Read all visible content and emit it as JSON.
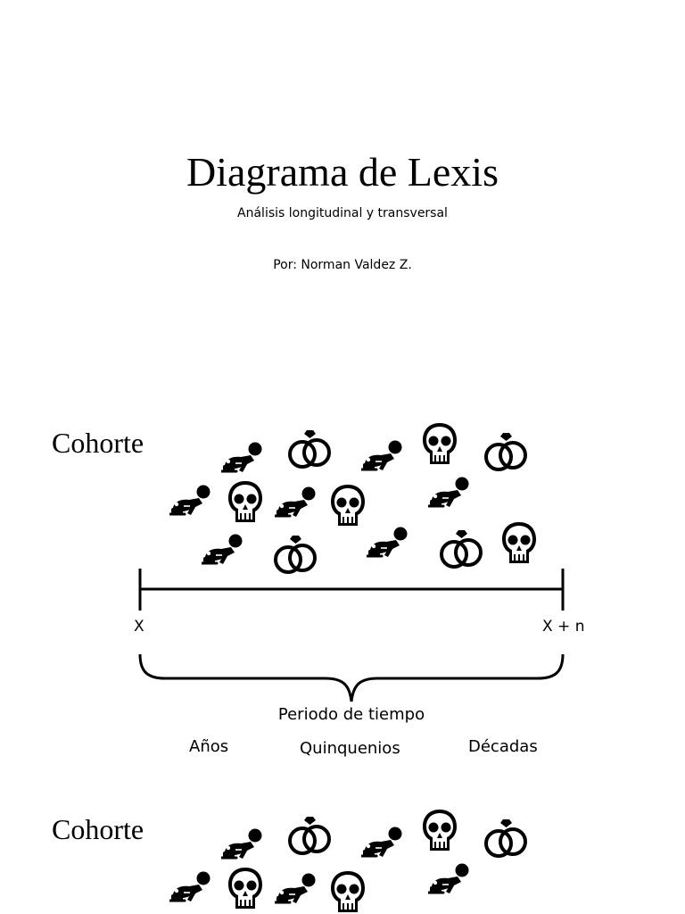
{
  "title": "Diagrama de Lexis",
  "subtitle": "Análisis longitudinal y transversal",
  "author": "Por: Norman Valdez Z.",
  "cohort1": {
    "label": "Cohorte",
    "axis": {
      "start": "X",
      "end": "X + n"
    },
    "brace_label": "Periodo de tiempo",
    "units": [
      "Años",
      "Quinquenios",
      "Décadas"
    ],
    "icons": [
      "baby-icon",
      "rings-icon",
      "baby-icon",
      "skull-icon",
      "rings-icon",
      "baby-icon",
      "skull-icon",
      "baby-icon",
      "skull-icon",
      "baby-icon",
      "baby-icon",
      "rings-icon",
      "baby-icon",
      "rings-icon",
      "skull-icon"
    ]
  },
  "cohort2": {
    "label": "Cohorte",
    "icons": [
      "baby-icon",
      "rings-icon",
      "baby-icon",
      "skull-icon",
      "rings-icon",
      "baby-icon",
      "skull-icon",
      "baby-icon",
      "skull-icon",
      "baby-icon"
    ]
  }
}
